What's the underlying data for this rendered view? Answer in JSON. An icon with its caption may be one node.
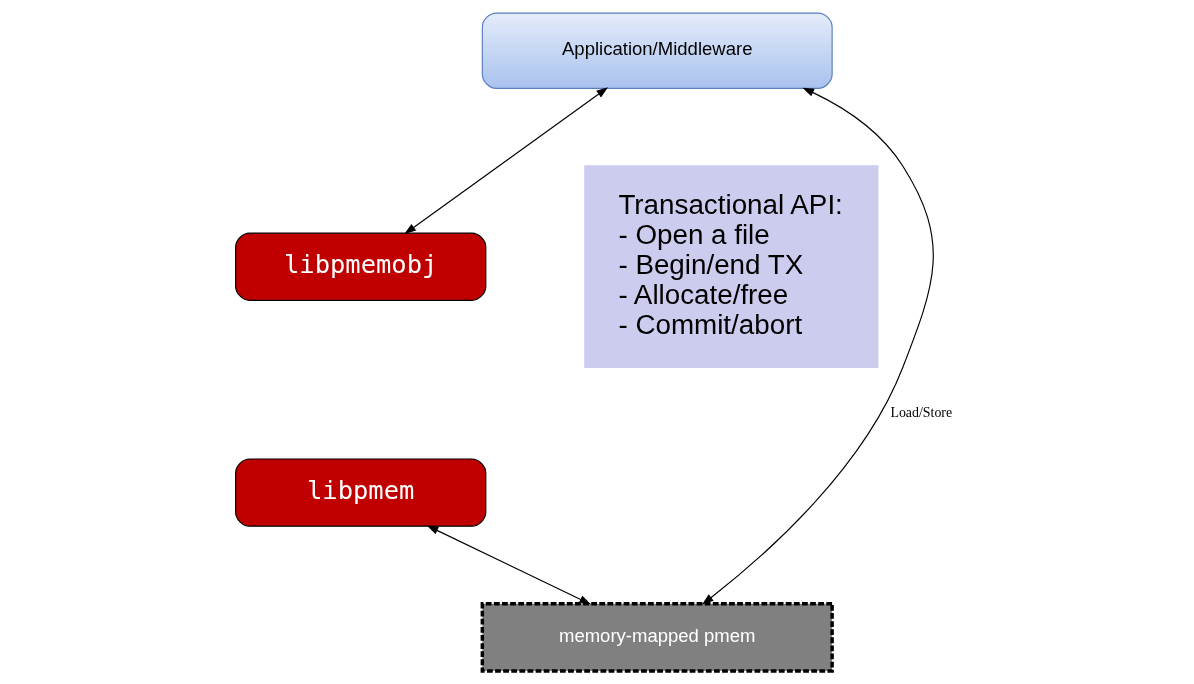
{
  "diagram": {
    "nodes": [
      {
        "text": [
          "Application/Middleware"
        ]
      },
      {
        "text": [
          "libpmemobj"
        ]
      },
      {
        "text": [
          "libpmem"
        ]
      },
      {
        "text": [
          "memory-mapped pmem"
        ]
      },
      {
        "text": [
          "Transactional API:",
          "- Open a file",
          "- Begin/end TX",
          "- Allocate/free",
          "- Commit/abort"
        ]
      }
    ],
    "edges": [
      {
        "from": 0,
        "to": 3,
        "arrow": "both",
        "label": "Load/Store"
      },
      {
        "from": 0,
        "to": 1,
        "arrow": "both"
      },
      {
        "from": 2,
        "to": 3,
        "arrow": "both"
      }
    ]
  }
}
